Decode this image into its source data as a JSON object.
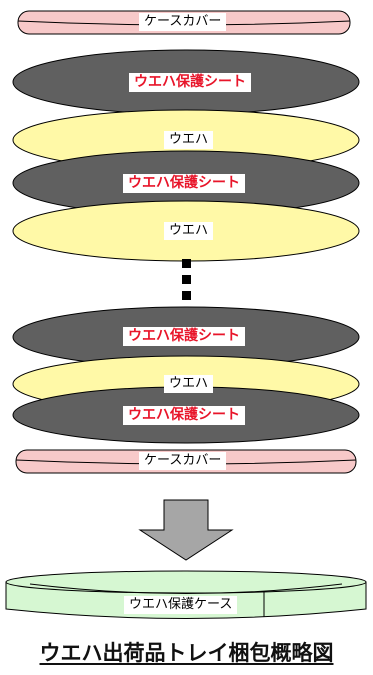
{
  "colors": {
    "case_cover_fill": "#f7c9c9",
    "sheet_fill": "#606060",
    "wafer_fill": "#fff9a7",
    "case_fill": "#d6f7d2",
    "arrow_fill": "#a6a6a6",
    "label_red": "#e8152a"
  },
  "top_case_cover": {
    "label": "ケースカバー"
  },
  "stack_top": [
    {
      "kind": "sheet",
      "label": "ウエハ保護シート"
    },
    {
      "kind": "wafer",
      "label": "ウエハ"
    },
    {
      "kind": "sheet",
      "label": "ウエハ保護シート"
    },
    {
      "kind": "wafer",
      "label": "ウエハ"
    }
  ],
  "stack_bottom": [
    {
      "kind": "sheet",
      "label": "ウエハ保護シート"
    },
    {
      "kind": "wafer",
      "label": "ウエハ"
    },
    {
      "kind": "sheet",
      "label": "ウエハ保護シート"
    }
  ],
  "bottom_case_cover": {
    "label": "ケースカバー"
  },
  "protective_case": {
    "label": "ウエハ保護ケース"
  },
  "caption": "ウエハ出荷品トレイ梱包概略図"
}
